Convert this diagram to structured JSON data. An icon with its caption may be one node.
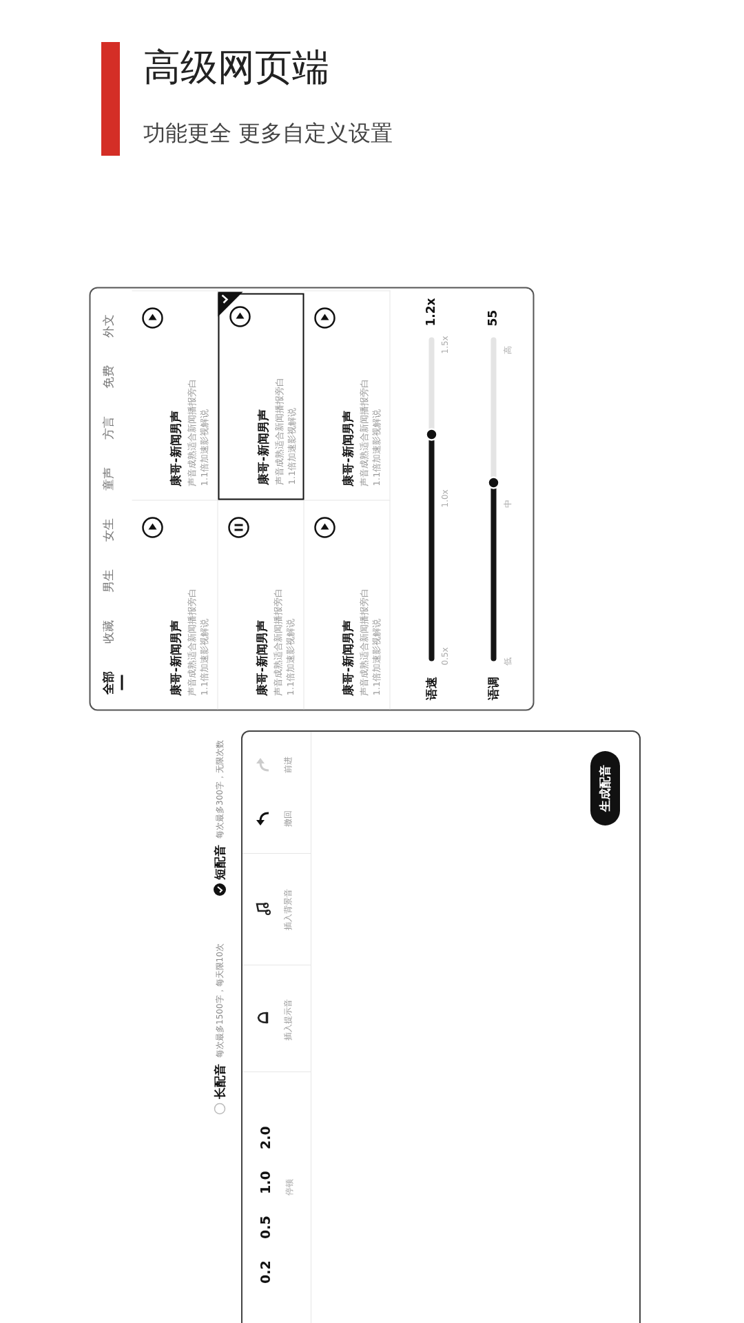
{
  "diagram": {
    "title": "高级网页端",
    "nodes": [
      {
        "text": [
          "康哥-新闻男声",
          "声音成熟适合新闻播报旁白",
          "1.1倍加速影视解说"
        ]
      },
      {
        "text": [
          "康哥-新闻男声",
          "声音成熟适合新闻播报旁白",
          "1.1倍加速影视解说"
        ]
      },
      {
        "text": [
          "康哥-新闻男声",
          "声音成熟适合新闻播报旁白",
          "1.1倍加速影视解说"
        ]
      },
      {
        "text": [
          "康哥-新闻男声",
          "声音成熟适合新闻播报旁白",
          "1.1倍加速影视解说"
        ]
      },
      {
        "text": [
          "康哥-新闻男声",
          "声音成熟适合新闻播报旁白",
          "1.1倍加速影视解说"
        ]
      },
      {
        "text": [
          "康哥-新闻男声",
          "声音成熟适合新闻播报旁白",
          "1.1倍加速影视解说"
        ]
      },
      {
        "text": [
          "生成配音"
        ]
      }
    ],
    "labels": [
      "功能更全 更多自定义设置",
      "全部",
      "收藏",
      "男生",
      "女生",
      "童声",
      "方言",
      "免费",
      "外文",
      "语速",
      "0.5x",
      "1.0x",
      "1.5x",
      "1.2x",
      "语调",
      "低",
      "中",
      "高",
      "55",
      "长配音",
      "每次最多1500字，每天限10次",
      "短配音",
      "每次最多300字，无限次数",
      "0.2",
      "0.5",
      "1.0",
      "2.0",
      "停顿",
      "插入提示音",
      "插入背景音",
      "撤回",
      "前进"
    ]
  }
}
